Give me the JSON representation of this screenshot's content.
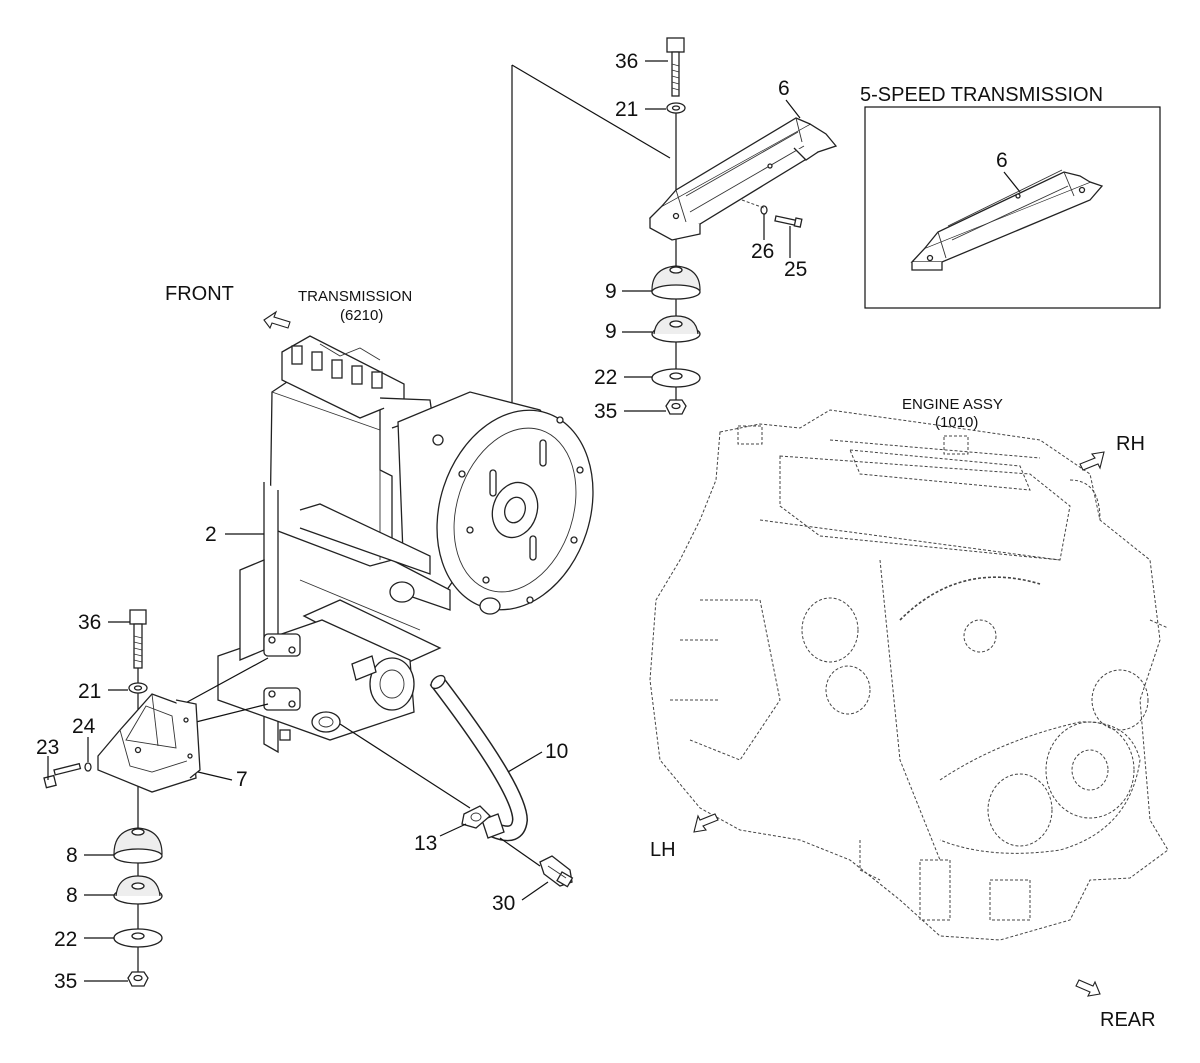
{
  "inset": {
    "title": "5-SPEED TRANSMISSION",
    "part_no": "6"
  },
  "captions": {
    "transmission_name": "TRANSMISSION",
    "transmission_code": "(6210)",
    "engine_name": "ENGINE ASSY",
    "engine_code": "(1010)"
  },
  "directions": {
    "front": "FRONT",
    "rh": "RH",
    "lh": "LH",
    "rear": "REAR"
  },
  "callouts": {
    "upper_bolt": "36",
    "upper_washer": "21",
    "upper_bracket": "6",
    "upper_small_washer": "26",
    "upper_small_bolt": "25",
    "upper_mount_a": "9",
    "upper_mount_b": "9",
    "upper_plate": "22",
    "upper_nut": "35",
    "transmission": "2",
    "lower_bolt": "36",
    "lower_washer": "21",
    "lower_small_washer": "24",
    "lower_small_bolt": "23",
    "lower_bracket": "7",
    "lower_mount_a": "8",
    "lower_mount_b": "8",
    "lower_plate": "22",
    "lower_nut": "35",
    "hose": "10",
    "gasket": "13",
    "fitting": "30"
  }
}
